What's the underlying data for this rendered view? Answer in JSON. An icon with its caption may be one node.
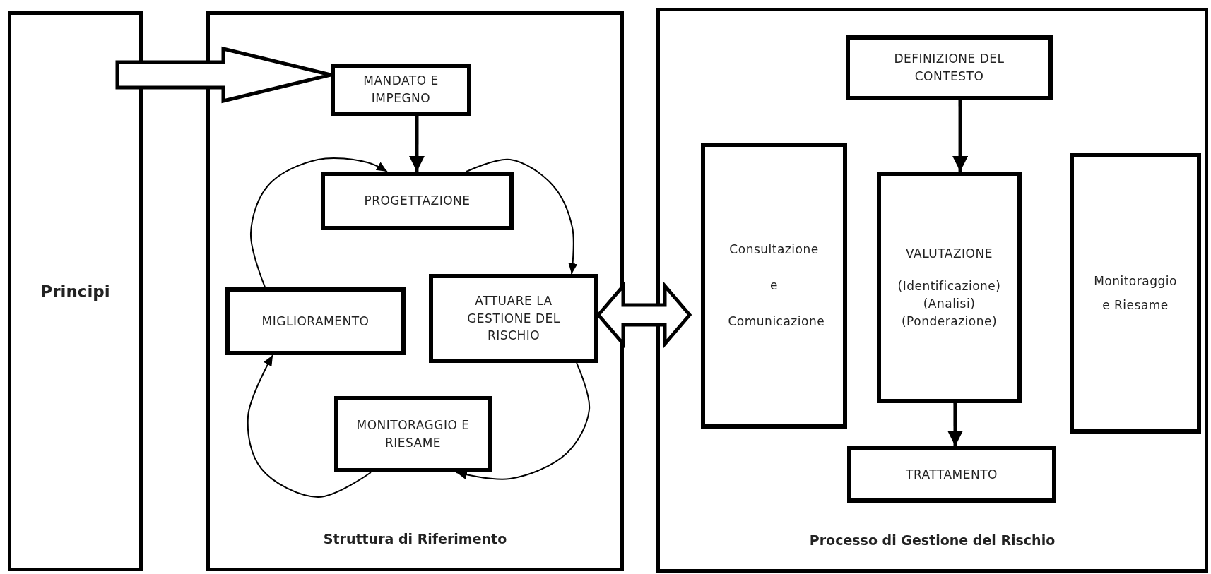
{
  "diagram": {
    "nodes": [
      {
        "text": [
          "Principi"
        ]
      },
      {
        "text": [
          "Struttura di Riferimento"
        ]
      },
      {
        "text": [
          "MANDATO E IMPEGNO"
        ],
        "in": 1
      },
      {
        "text": [
          "PROGETTAZIONE"
        ],
        "in": 1
      },
      {
        "text": [
          "MIGLIORAMENTO"
        ],
        "in": 1
      },
      {
        "text": [
          "ATTUARE LA GESTIONE DEL RISCHIO"
        ],
        "in": 1
      },
      {
        "text": [
          "MONITORAGGIO E RIESAME"
        ],
        "in": 1
      },
      {
        "text": [
          "Processo di Gestione del Rischio"
        ]
      },
      {
        "text": [
          "DEFINIZIONE DEL CONTESTO"
        ],
        "in": 7
      },
      {
        "text": [
          "Consultazione e Comunicazione"
        ],
        "in": 7
      },
      {
        "text": [
          "VALUTAZIONE",
          "(Identificazione) (Analisi) (Ponderazione)"
        ],
        "in": 7
      },
      {
        "text": [
          "Monitoraggio e Riesame"
        ],
        "in": 7
      },
      {
        "text": [
          "TRATTAMENTO"
        ],
        "in": 7
      }
    ],
    "edges": [
      {
        "from": 0,
        "to": 2,
        "arrow": "to",
        "style": "thick"
      },
      {
        "from": 2,
        "to": 3,
        "arrow": "to",
        "style": "thick"
      },
      {
        "from": 4,
        "to": 3,
        "arrow": "to"
      },
      {
        "from": 3,
        "to": 5,
        "arrow": "to"
      },
      {
        "from": 5,
        "to": 6,
        "arrow": "to"
      },
      {
        "from": 6,
        "to": 4,
        "arrow": "to"
      },
      {
        "from": 5,
        "to": 7,
        "arrow": "both",
        "style": "thick"
      },
      {
        "from": 8,
        "to": 10,
        "arrow": "to",
        "style": "thick"
      },
      {
        "from": 10,
        "to": 12,
        "arrow": "to",
        "style": "thick"
      }
    ]
  }
}
